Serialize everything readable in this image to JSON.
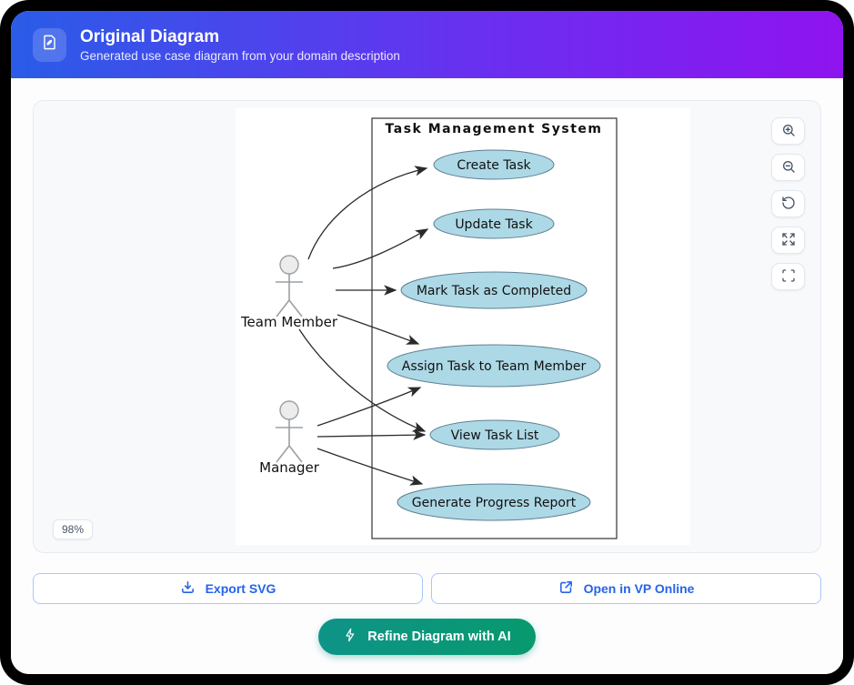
{
  "header": {
    "title": "Original Diagram",
    "subtitle": "Generated use case diagram from your domain description",
    "icon": "document-edit-icon",
    "gradient": [
      "#2a5ce8",
      "#8f13f0"
    ]
  },
  "canvas": {
    "zoom_badge": "98%",
    "controls": [
      {
        "id": "zoom-in",
        "icon": "magnifier-plus-icon"
      },
      {
        "id": "zoom-out",
        "icon": "magnifier-minus-icon"
      },
      {
        "id": "reset-view",
        "icon": "rotate-ccw-icon"
      },
      {
        "id": "expand",
        "icon": "arrows-out-icon"
      },
      {
        "id": "fullscreen",
        "icon": "frame-corners-icon"
      }
    ]
  },
  "diagram": {
    "system_title": "Task Management System",
    "actors": [
      {
        "name": "Team Member"
      },
      {
        "name": "Manager"
      }
    ],
    "use_cases": [
      "Create Task",
      "Update Task",
      "Mark Task as Completed",
      "Assign Task to Team Member",
      "View Task List",
      "Generate Progress Report"
    ],
    "associations": [
      {
        "from": "Team Member",
        "to": "Create Task"
      },
      {
        "from": "Team Member",
        "to": "Update Task"
      },
      {
        "from": "Team Member",
        "to": "Mark Task as Completed"
      },
      {
        "from": "Team Member",
        "to": "Assign Task to Team Member"
      },
      {
        "from": "Team Member",
        "to": "View Task List"
      },
      {
        "from": "Manager",
        "to": "Assign Task to Team Member"
      },
      {
        "from": "Manager",
        "to": "View Task List"
      },
      {
        "from": "Manager",
        "to": "Generate Progress Report"
      }
    ],
    "colors": {
      "use_case_fill": "#add8e6",
      "use_case_stroke": "#5f8193",
      "line": "#2b2b2b"
    }
  },
  "actions": {
    "export_svg_label": "Export SVG",
    "open_vp_label": "Open in VP Online",
    "refine_label": "Refine Diagram with AI",
    "accent_blue": "#2563eb",
    "refine_gradient": [
      "#0e9488",
      "#08996e"
    ]
  }
}
